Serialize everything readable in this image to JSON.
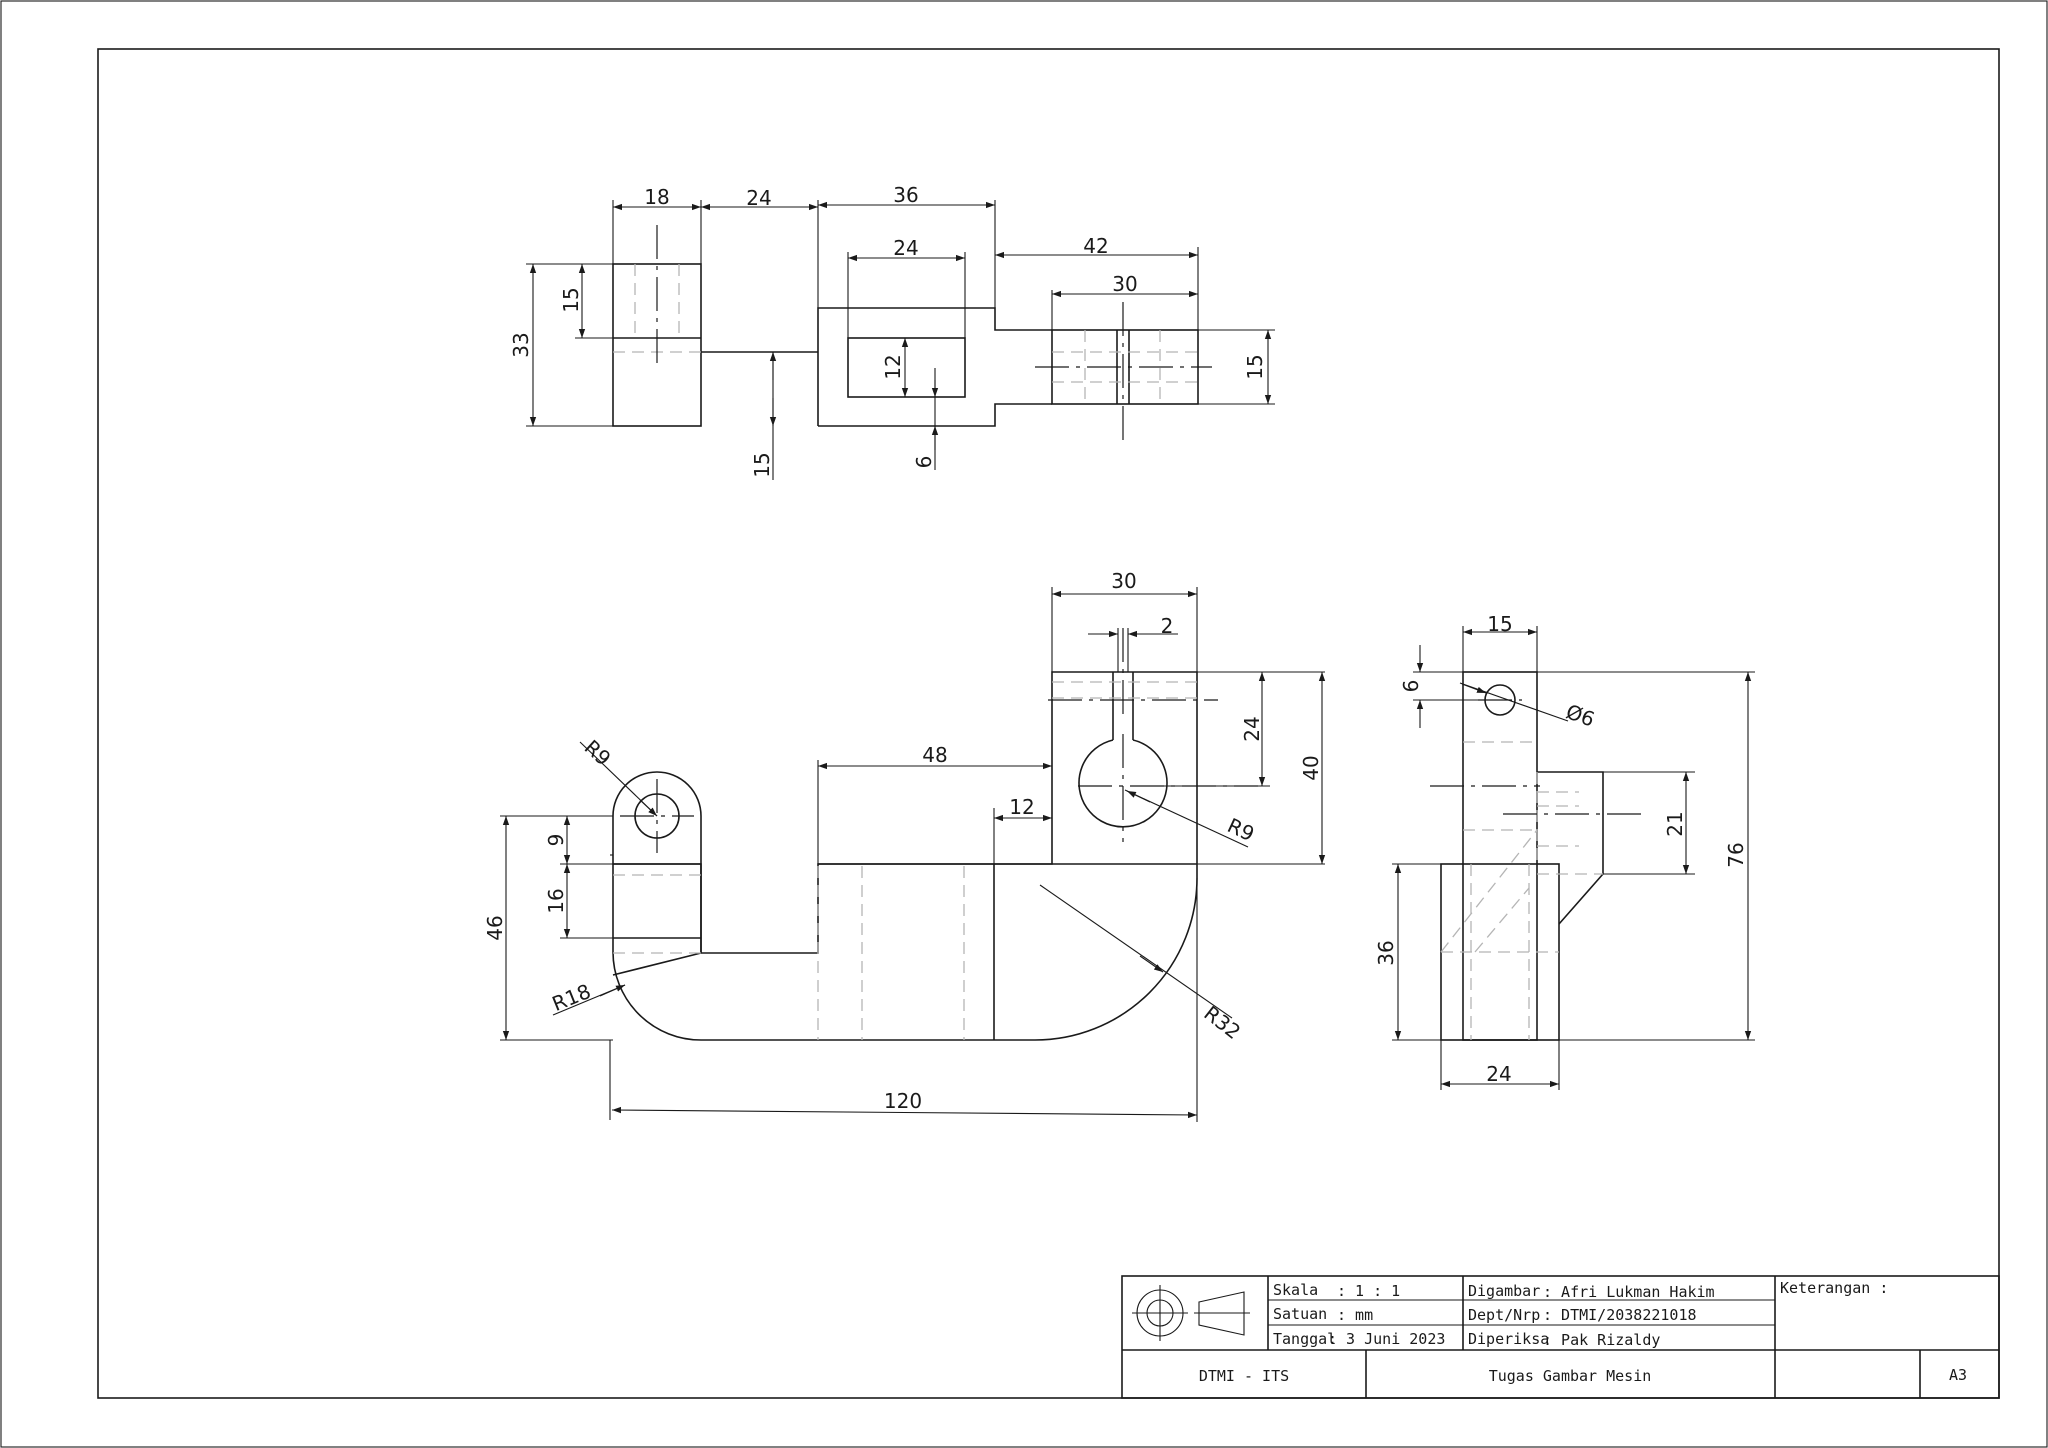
{
  "title_block": {
    "scale_label": "Skala",
    "scale_value": ": 1 : 1",
    "unit_label": "Satuan",
    "unit_value": ": mm",
    "date_label": "Tanggal",
    "date_value": ": 3 Juni 2023",
    "drawn_label": "Digambar",
    "drawn_value": ": Afri Lukman Hakim",
    "dept_label": "Dept/Nrp",
    "dept_value": ": DTMI/2038221018",
    "checked_label": "Diperiksa",
    "checked_value": ": Pak Rizaldy",
    "remarks_label": "Keterangan :",
    "institution": "DTMI - ITS",
    "drawing_title": "Tugas Gambar Mesin",
    "sheet_size": "A3"
  },
  "dimensions": {
    "top_view": {
      "d18": "18",
      "d24a": "24",
      "d36": "36",
      "d24b": "24",
      "d42": "42",
      "d30": "30",
      "d33": "33",
      "d15a": "15",
      "d12": "12",
      "d15b": "15",
      "d6": "6",
      "d15c": "15"
    },
    "front_view": {
      "d30": "30",
      "d2": "2",
      "d24": "24",
      "d40": "40",
      "d48": "48",
      "d12": "12",
      "r9a": "R9",
      "r9b": "R9",
      "d9": "9",
      "d16": "16",
      "d46": "46",
      "r18": "R18",
      "r32": "R32",
      "d120": "120"
    },
    "side_view": {
      "d15": "15",
      "d6": "6",
      "phi6": "Ø6",
      "d21": "21",
      "d76": "76",
      "d36": "36",
      "d24": "24"
    }
  },
  "colors": {
    "line": "#1a1a1a",
    "hidden_line": "#b5b5b5",
    "paper": "#ffffff"
  }
}
